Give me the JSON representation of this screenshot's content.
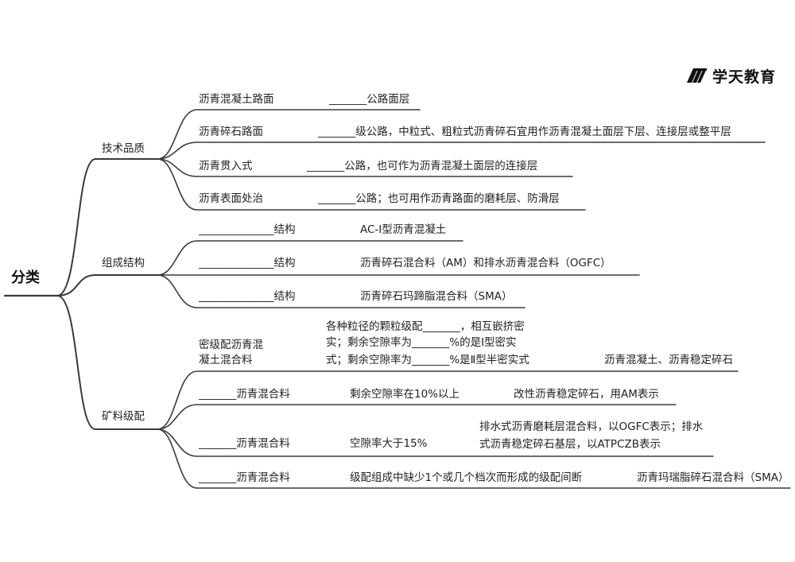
{
  "brand": {
    "name": "学天教育",
    "logo_icon": "slanted-stripes-logo"
  },
  "root": "分类",
  "categories": {
    "tech": {
      "label": "技术品质",
      "items": [
        {
          "name": "沥青混凝土路面",
          "desc": "_______公路面层"
        },
        {
          "name": "沥青碎石路面",
          "desc": "_______级公路，中粒式、粗粒式沥青碎石宜用作沥青混凝土面层下层、连接层或整平层"
        },
        {
          "name": "沥青贯入式",
          "desc": "_______公路，也可作为沥青混凝土面层的连接层"
        },
        {
          "name": "沥青表面处治",
          "desc": "_______公路；也可用作沥青路面的磨耗层、防滑层"
        }
      ]
    },
    "structure": {
      "label": "组成结构",
      "items": [
        {
          "name": "______________结构",
          "desc": "AC-I型沥青混凝土"
        },
        {
          "name": "______________结构",
          "desc": "沥青碎石混合料（AM）和排水沥青混合料（OGFC）"
        },
        {
          "name": "______________结构",
          "desc": "沥青碎石玛蹄脂混合料（SMA）"
        }
      ]
    },
    "gradation": {
      "label": "矿料级配",
      "items": [
        {
          "name_lines": [
            "密级配沥青混",
            "凝土混合料"
          ],
          "desc_lines": [
            "各种粒径的颗粒级配_______，相互嵌挤密",
            "实；剩余空隙率为_______%的是Ⅰ型密实",
            "式；剩余空隙率为_______%是Ⅱ型半密实式"
          ],
          "example_lines": [
            "沥青混凝土、沥青稳定碎石"
          ]
        },
        {
          "name_lines": [
            "_______沥青混合料"
          ],
          "desc_lines": [
            "剩余空隙率在10%以上"
          ],
          "example_lines": [
            "改性沥青稳定碎石，用AM表示"
          ]
        },
        {
          "name_lines": [
            "_______沥青混合料"
          ],
          "desc_lines": [
            "空隙率大于15%"
          ],
          "example_lines": [
            "排水式沥青磨耗层混合料，以OGFC表示；排水",
            "式沥青稳定碎石基层，以ATPCZB表示"
          ]
        },
        {
          "name_lines": [
            "_______沥青混合料"
          ],
          "desc_lines": [
            "级配组成中缺少1个或几个档次而形成的级配间断"
          ],
          "example_lines": [
            "沥青玛瑞脂碎石混合料（SMA）"
          ]
        }
      ]
    }
  }
}
